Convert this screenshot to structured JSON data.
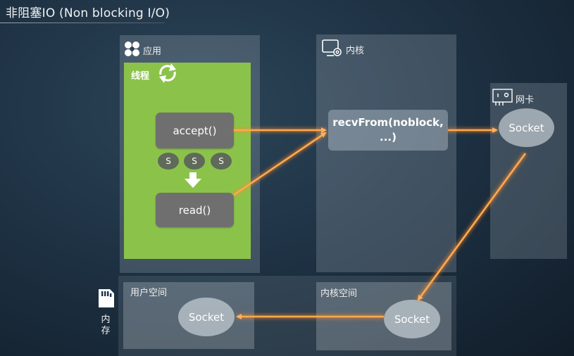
{
  "title": "非阻塞IO (Non blocking I/O)",
  "app_panel": {
    "label": "应用",
    "icon": "app-icon"
  },
  "thread": {
    "label": "线程",
    "icon": "refresh-icon",
    "accept": "accept()",
    "read": "read()",
    "badges": [
      "S",
      "S",
      "S"
    ]
  },
  "kernel_panel": {
    "label": "内核",
    "icon": "kernel-icon",
    "call": "recvFrom(noblock,\n...)"
  },
  "nic_panel": {
    "label": "网卡",
    "icon": "nic-icon",
    "socket": "Socket"
  },
  "memory": {
    "label_top": "内",
    "label_bottom": "存",
    "icon": "sd-card-icon",
    "user_space": {
      "label": "用户空间",
      "socket": "Socket"
    },
    "kernel_space": {
      "label": "内核空间",
      "socket": "Socket"
    }
  },
  "colors": {
    "arrow": "#ff9a2e",
    "thread_bg": "#8bc34a",
    "box": "#6f6f6f"
  }
}
